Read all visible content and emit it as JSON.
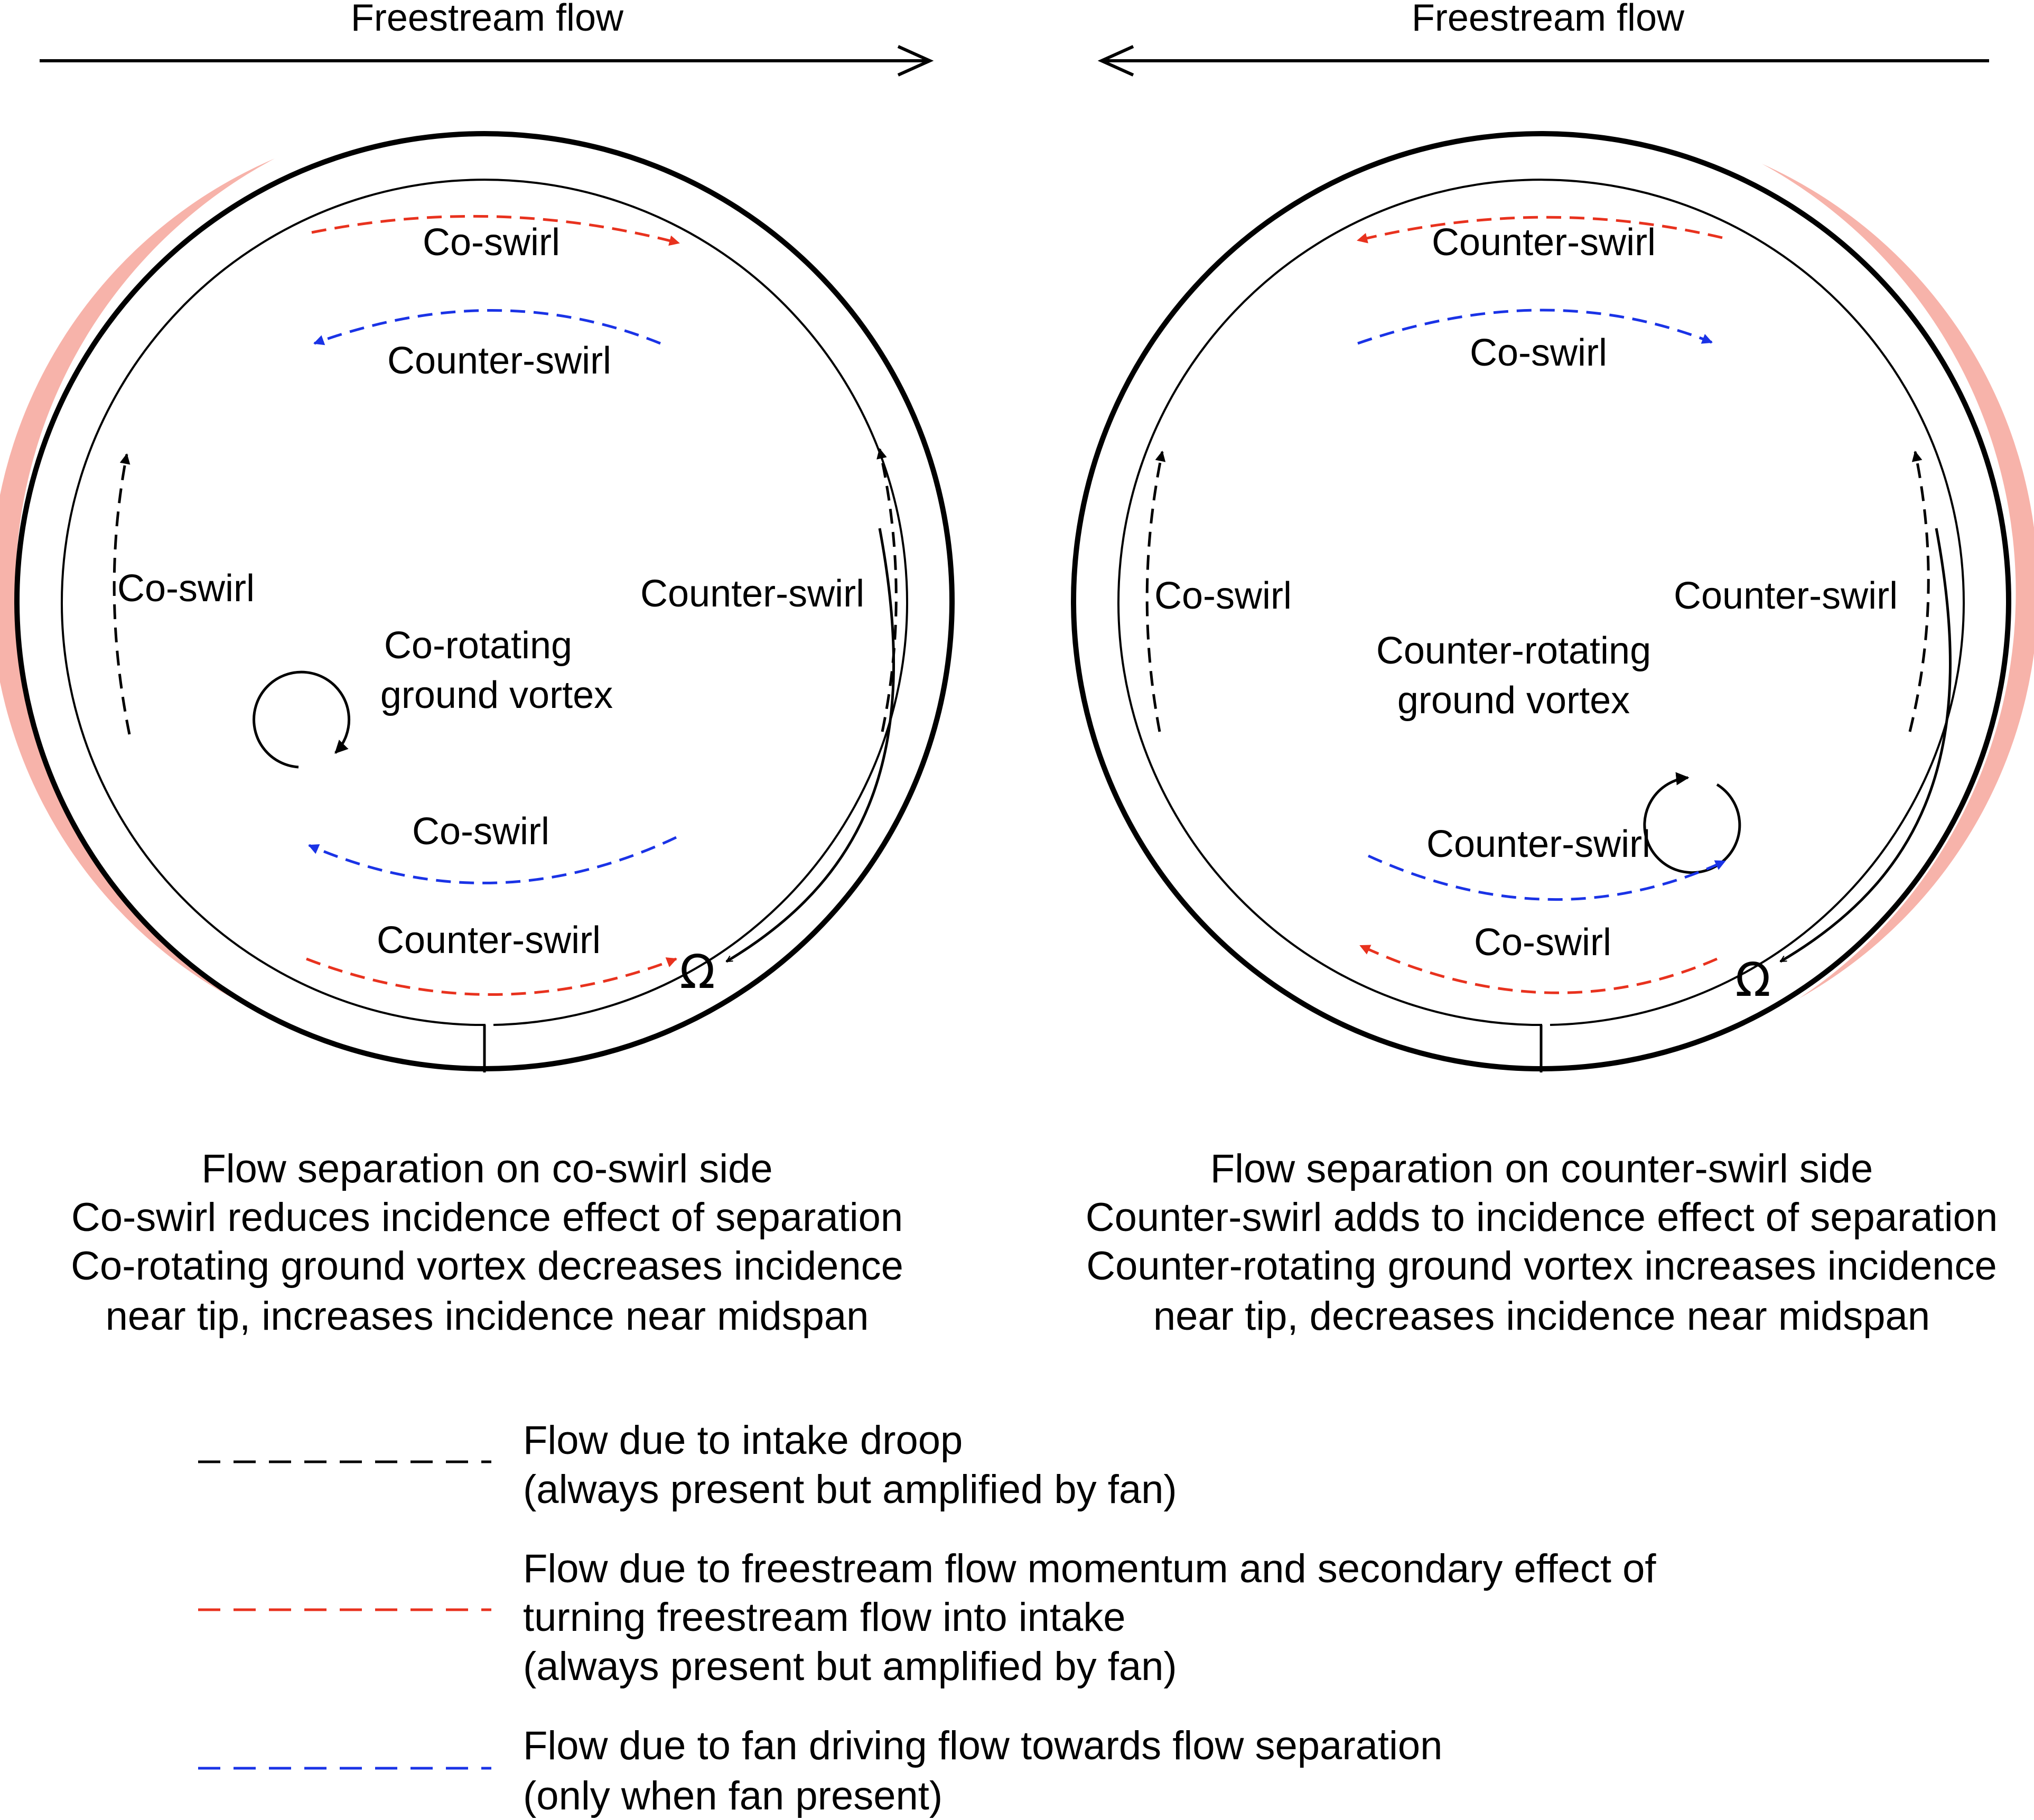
{
  "colors": {
    "droop": "#000000",
    "freestream": "#e8321e",
    "fan": "#1a33e6",
    "separation": "#f7b3aa"
  },
  "left": {
    "freestream_label": "Freestream flow",
    "top_red": "Co-swirl",
    "top_blue": "Counter-swirl",
    "side_left": "Co-swirl",
    "side_right": "Counter-swirl",
    "vortex_line1": "Co-rotating",
    "vortex_line2": "ground vortex",
    "bottom_blue": "Co-swirl",
    "bottom_red": "Counter-swirl",
    "omega": "Ω",
    "caption": [
      "Flow separation on co-swirl side",
      "Co-swirl reduces incidence effect of separation",
      "Co-rotating ground vortex decreases incidence",
      "near tip, increases incidence near midspan"
    ]
  },
  "right": {
    "freestream_label": "Freestream flow",
    "top_red": "Counter-swirl",
    "top_blue": "Co-swirl",
    "side_left": "Co-swirl",
    "side_right": "Counter-swirl",
    "vortex_line1": "Counter-rotating",
    "vortex_line2": "ground vortex",
    "bottom_blue": "Counter-swirl",
    "bottom_red": "Co-swirl",
    "omega": "Ω",
    "caption": [
      "Flow separation on counter-swirl side",
      "Counter-swirl adds to incidence effect of separation",
      "Counter-rotating ground vortex increases incidence",
      "near tip, decreases incidence near midspan"
    ]
  },
  "legend": [
    {
      "key": "droop",
      "lines": [
        "Flow due to intake droop",
        "(always present but amplified by fan)"
      ]
    },
    {
      "key": "freestream",
      "lines": [
        "Flow due to freestream flow momentum and secondary effect of",
        "turning freestream flow into intake",
        "(always present but amplified by fan)"
      ]
    },
    {
      "key": "fan",
      "lines": [
        "Flow due to fan driving flow towards flow separation",
        "(only when fan present)"
      ]
    }
  ]
}
